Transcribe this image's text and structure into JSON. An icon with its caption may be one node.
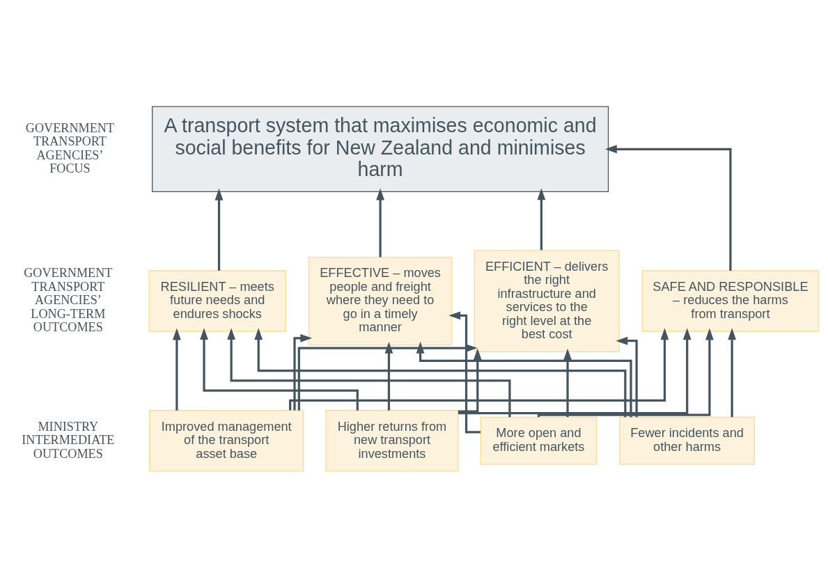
{
  "diagram": {
    "nodes": [
      {
        "text": [
          "A transport system that maximises economic and social benefits for New Zealand and minimises harm"
        ]
      },
      {
        "text": [
          "RESILIENT – meets future needs and endures shocks"
        ]
      },
      {
        "text": [
          "EFFECTIVE – moves people and freight where they need to go in a timely manner"
        ]
      },
      {
        "text": [
          "EFFICIENT – delivers the right infrastructure and services to the right level at the best cost"
        ]
      },
      {
        "text": [
          "SAFE AND RESPONSIBLE – reduces the harms from transport"
        ]
      },
      {
        "text": [
          "Improved management of the transport asset base"
        ]
      },
      {
        "text": [
          "Higher returns from new transport investments"
        ]
      },
      {
        "text": [
          "More open and efficient markets"
        ]
      },
      {
        "text": [
          "Fewer incidents and other harms"
        ]
      }
    ],
    "edges": [
      {
        "from": 1,
        "to": 0,
        "arrow": "to"
      },
      {
        "from": 2,
        "to": 0,
        "arrow": "to"
      },
      {
        "from": 3,
        "to": 0,
        "arrow": "to"
      },
      {
        "from": 4,
        "to": 0,
        "arrow": "to"
      },
      {
        "from": 5,
        "to": 1,
        "arrow": "to"
      },
      {
        "from": 5,
        "to": 2,
        "arrow": "to"
      },
      {
        "from": 5,
        "to": 3,
        "arrow": "to"
      },
      {
        "from": 5,
        "to": 4,
        "arrow": "to"
      },
      {
        "from": 6,
        "to": 1,
        "arrow": "to"
      },
      {
        "from": 6,
        "to": 2,
        "arrow": "to"
      },
      {
        "from": 6,
        "to": 3,
        "arrow": "to"
      },
      {
        "from": 6,
        "to": 4,
        "arrow": "to"
      },
      {
        "from": 7,
        "to": 1,
        "arrow": "to"
      },
      {
        "from": 7,
        "to": 2,
        "arrow": "to"
      },
      {
        "from": 7,
        "to": 3,
        "arrow": "to"
      },
      {
        "from": 7,
        "to": 4,
        "arrow": "to"
      },
      {
        "from": 8,
        "to": 1,
        "arrow": "to"
      },
      {
        "from": 8,
        "to": 2,
        "arrow": "to"
      },
      {
        "from": 8,
        "to": 3,
        "arrow": "to"
      },
      {
        "from": 8,
        "to": 4,
        "arrow": "to"
      }
    ],
    "labels": [
      "GOVERNMENT TRANSPORT AGENCIES’ FOCUS",
      "GOVERNMENT TRANSPORT AGENCIES’ LONG-TERM OUTCOMES",
      "MINISTRY INTERMEDIATE OUTCOMES"
    ]
  }
}
